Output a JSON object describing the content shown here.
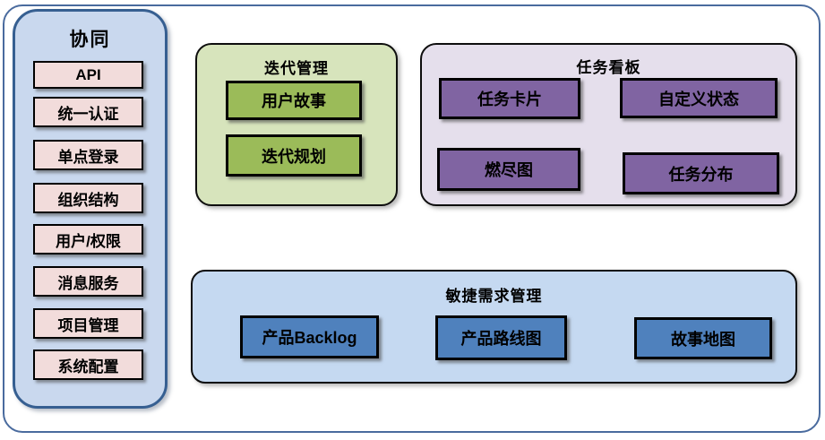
{
  "sidebar": {
    "title": "协同",
    "items": [
      "API",
      "统一认证",
      "单点登录",
      "组织结构",
      "用户/权限",
      "消息服务",
      "项目管理",
      "系统配置"
    ]
  },
  "panels": {
    "iteration": {
      "title": "迭代管理",
      "items": [
        "用户故事",
        "迭代规划"
      ]
    },
    "kanban": {
      "title": "任务看板",
      "items": [
        "任务卡片",
        "自定义状态",
        "燃尽图",
        "任务分布"
      ]
    },
    "agile": {
      "title": "敏捷需求管理",
      "items": [
        "产品Backlog",
        "产品路线图",
        "故事地图"
      ]
    }
  },
  "colors": {
    "outer_border": "#4a6b9e",
    "sidebar_fill": "#c9d8ee",
    "sidebar_border": "#365f91",
    "sidebar_item_fill": "#f2dcdb",
    "iteration_panel_fill": "#d7e4bc",
    "iteration_item_fill": "#9bbb59",
    "kanban_panel_fill": "#e5dfec",
    "kanban_item_fill": "#8064a2",
    "agile_panel_fill": "#c5d9f1",
    "agile_item_fill": "#4f81bd",
    "box_border": "#000000",
    "text": "#000000"
  }
}
